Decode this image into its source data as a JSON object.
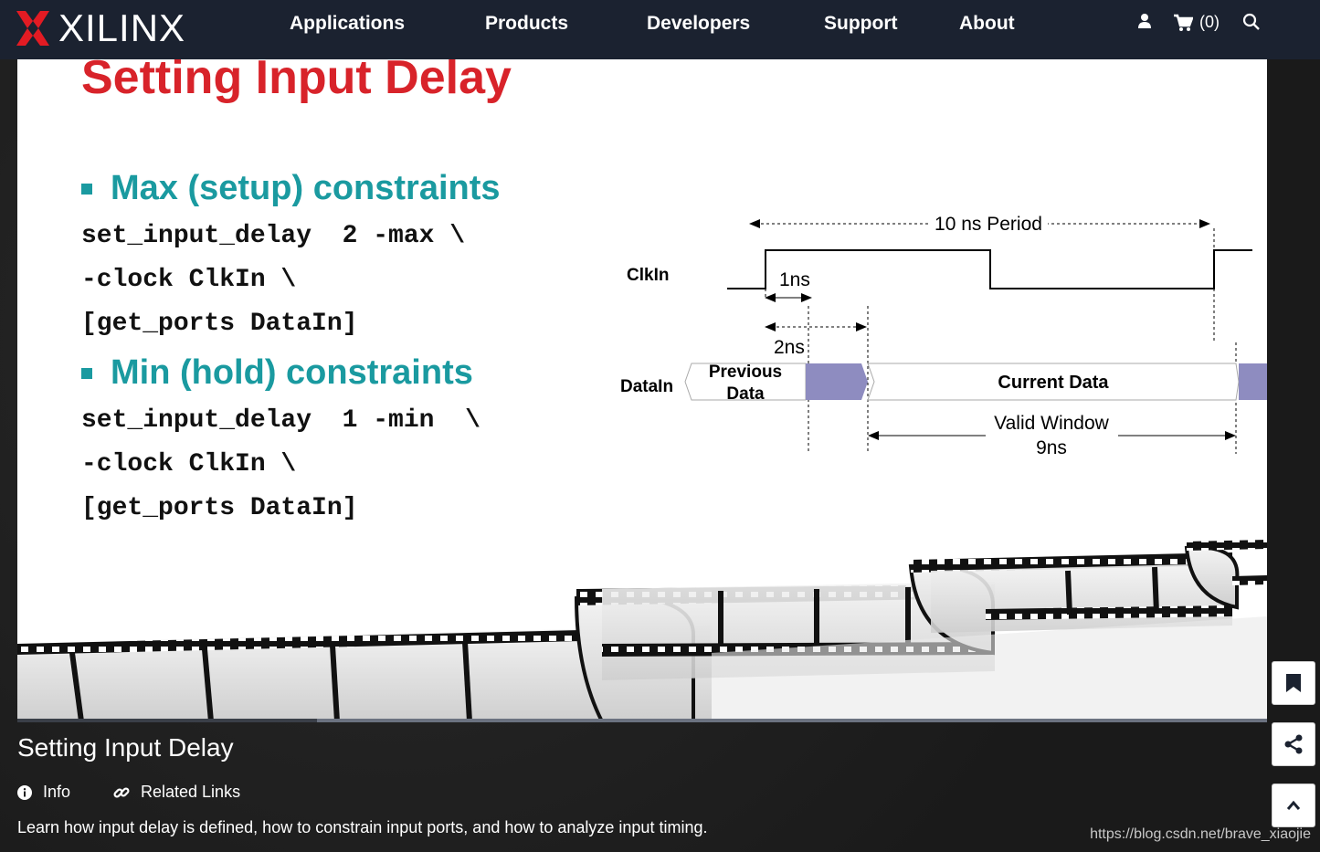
{
  "nav": {
    "logo_text": "XILINX",
    "items": [
      {
        "label": "Applications"
      },
      {
        "label": "Products"
      },
      {
        "label": "Developers"
      },
      {
        "label": "Support"
      },
      {
        "label": "About"
      }
    ],
    "cart_count": "(0)"
  },
  "slide": {
    "title": "Setting Input Delay",
    "max_heading": "Max (setup) constraints",
    "max_code": [
      "set_input_delay  2 -max \\",
      "-clock ClkIn \\",
      "[get_ports DataIn]"
    ],
    "min_heading": "Min (hold) constraints",
    "min_code": [
      "set_input_delay  1 -min  \\",
      "-clock ClkIn \\",
      "[get_ports DataIn]"
    ],
    "diagram": {
      "period_label": "10 ns Period",
      "clk_label": "ClkIn",
      "one_ns": "1ns",
      "two_ns": "2ns",
      "data_label": "DataIn",
      "previous_data": [
        "Previous",
        "Data"
      ],
      "current_data": "Current Data",
      "valid_window": "Valid Window",
      "valid_ns": "9ns"
    },
    "progress_fraction": 0.24
  },
  "video": {
    "title": "Setting Input Delay",
    "tabs": [
      {
        "label": "Info"
      },
      {
        "label": "Related Links"
      }
    ],
    "description": "Learn how input delay is defined, how to constrain input ports, and how to analyze input timing."
  },
  "watermark": "https://blog.csdn.net/brave_xiaojie",
  "colors": {
    "title_red": "#d8232a",
    "heading_teal": "#1a9aa0",
    "nav_bg": "#1b2230",
    "data_fill": "#8e8cc0"
  }
}
